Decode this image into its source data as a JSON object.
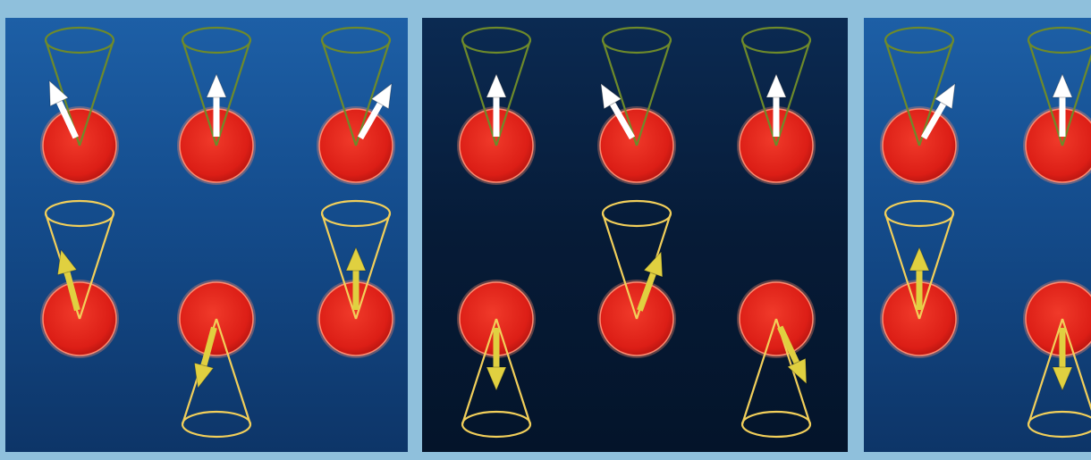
{
  "colors": {
    "frame": "#8fc0dc",
    "panel_blue": "#15508f",
    "panel_dark": "#061a35",
    "sphere": "#e0221a",
    "sphere_rim": "#ff8a70",
    "cone_green": "#6e8a2a",
    "cone_yellow": "#f2cf5a",
    "arrow_white": "#ffffff",
    "arrow_yellow": "#e0d040"
  },
  "panels": [
    {
      "id": "panel-1",
      "theme": "blue",
      "top_row": [
        {
          "cone": "up",
          "cone_color": "green",
          "arrow_color": "white",
          "arrow_tilt_deg": -25
        },
        {
          "cone": "up",
          "cone_color": "green",
          "arrow_color": "white",
          "arrow_tilt_deg": 0
        },
        {
          "cone": "up",
          "cone_color": "green",
          "arrow_color": "white",
          "arrow_tilt_deg": 30
        }
      ],
      "bottom_row": [
        {
          "cone": "up",
          "cone_color": "yellow",
          "arrow_color": "yellow",
          "arrow_tilt_deg": -15
        },
        {
          "cone": "down",
          "cone_color": "yellow",
          "arrow_color": "yellow",
          "arrow_tilt_deg": 15
        },
        {
          "cone": "up",
          "cone_color": "yellow",
          "arrow_color": "yellow",
          "arrow_tilt_deg": 0
        }
      ]
    },
    {
      "id": "panel-2",
      "theme": "dark",
      "top_row": [
        {
          "cone": "up",
          "cone_color": "green",
          "arrow_color": "white",
          "arrow_tilt_deg": 0
        },
        {
          "cone": "up",
          "cone_color": "green",
          "arrow_color": "white",
          "arrow_tilt_deg": -30
        },
        {
          "cone": "up",
          "cone_color": "green",
          "arrow_color": "white",
          "arrow_tilt_deg": 0
        }
      ],
      "bottom_row": [
        {
          "cone": "down",
          "cone_color": "yellow",
          "arrow_color": "yellow",
          "arrow_tilt_deg": 0
        },
        {
          "cone": "up",
          "cone_color": "yellow",
          "arrow_color": "yellow",
          "arrow_tilt_deg": 20
        },
        {
          "cone": "down",
          "cone_color": "yellow",
          "arrow_color": "yellow",
          "arrow_tilt_deg": -25
        }
      ]
    },
    {
      "id": "panel-3",
      "theme": "blue",
      "top_row": [
        {
          "cone": "up",
          "cone_color": "green",
          "arrow_color": "white",
          "arrow_tilt_deg": 30
        },
        {
          "cone": "up",
          "cone_color": "green",
          "arrow_color": "white",
          "arrow_tilt_deg": 0
        }
      ],
      "bottom_row": [
        {
          "cone": "up",
          "cone_color": "yellow",
          "arrow_color": "yellow",
          "arrow_tilt_deg": 0
        },
        {
          "cone": "down",
          "cone_color": "yellow",
          "arrow_color": "yellow",
          "arrow_tilt_deg": 0
        }
      ]
    }
  ]
}
